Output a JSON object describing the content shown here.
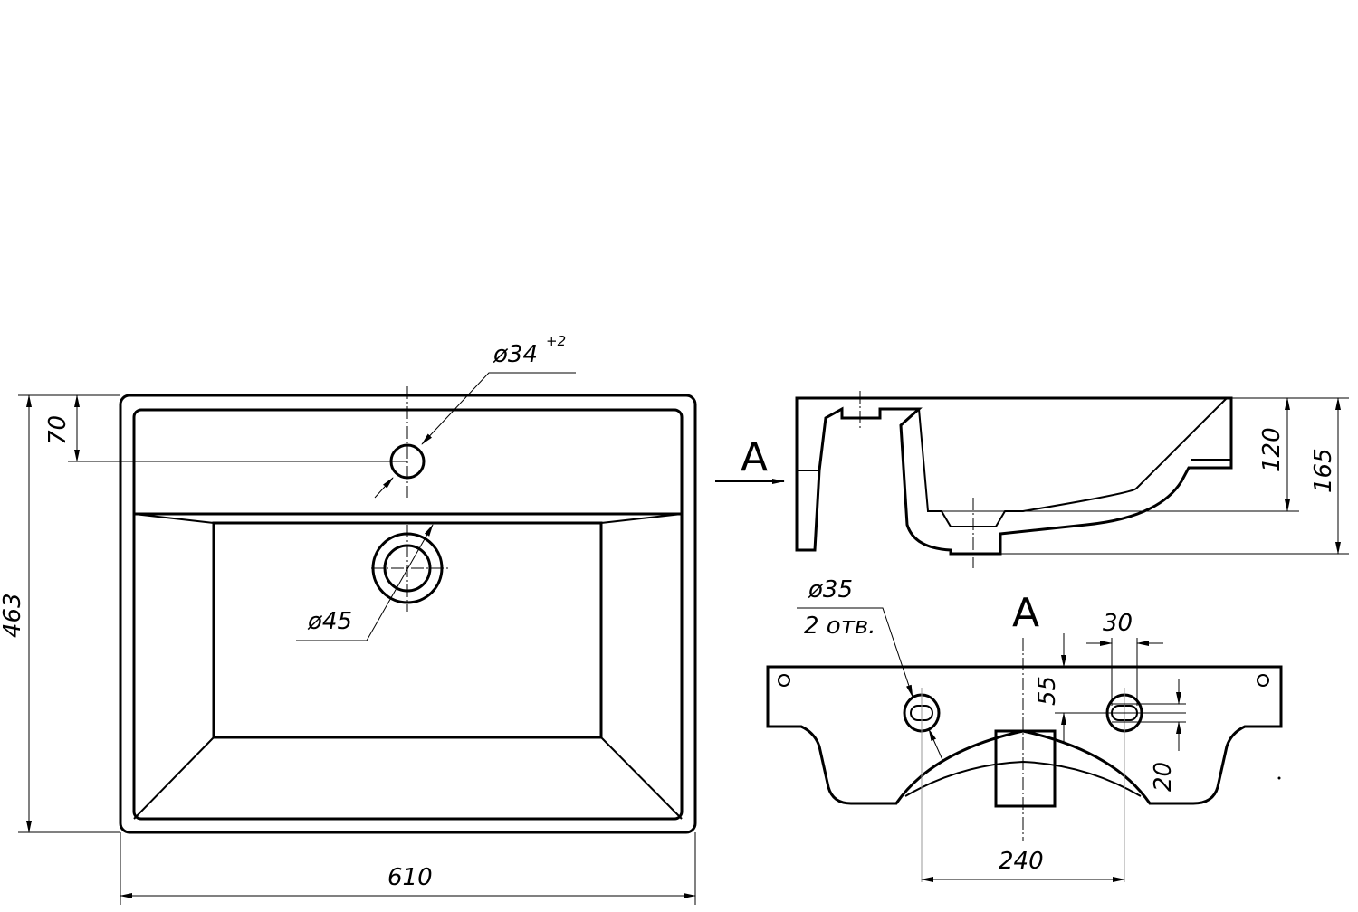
{
  "title": "Sink technical drawing",
  "top_view": {
    "tap_hole_dia": "ø34",
    "tap_hole_tol": "+2",
    "tap_offset": "70",
    "depth": "463",
    "drain_dia": "ø45",
    "width": "610"
  },
  "side_view": {
    "view_marker": "A",
    "inner_height": "120",
    "total_height": "165"
  },
  "view_a": {
    "title": "A",
    "mount_hole_dia": "ø35",
    "mount_hole_count": "2 отв.",
    "slot_width": "30",
    "slot_offset": "55",
    "slot_height": "20",
    "hole_spacing": "240"
  }
}
